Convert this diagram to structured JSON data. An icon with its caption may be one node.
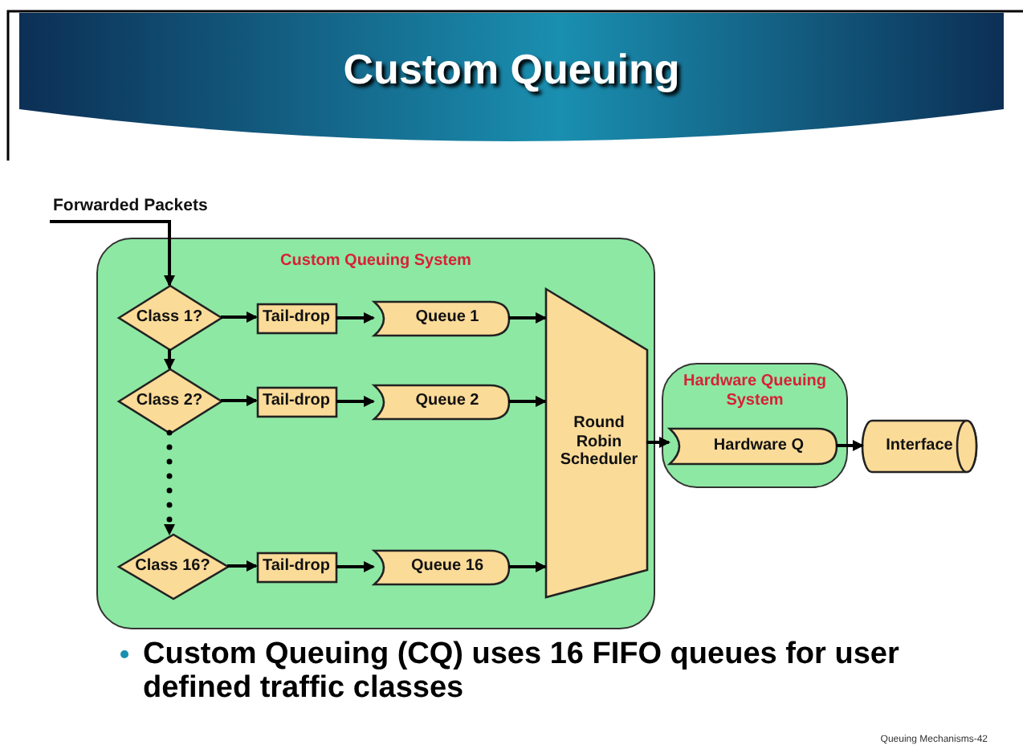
{
  "diagram": {
    "title": "Custom Queuing",
    "nodes": [
      {
        "text": [
          "Forwarded Packets"
        ]
      },
      {
        "text": [
          "Custom Queuing System"
        ]
      },
      {
        "text": [
          "Class 1?"
        ],
        "in": 1
      },
      {
        "text": [
          "Tail-drop"
        ],
        "in": 1
      },
      {
        "text": [
          "Queue 1"
        ],
        "in": 1
      },
      {
        "text": [
          "Class 2?"
        ],
        "in": 1
      },
      {
        "text": [
          "Tail-drop"
        ],
        "in": 1
      },
      {
        "text": [
          "Queue 2"
        ],
        "in": 1
      },
      {
        "text": [
          "Class 16?"
        ],
        "in": 1
      },
      {
        "text": [
          "Tail-drop"
        ],
        "in": 1
      },
      {
        "text": [
          "Queue 16"
        ],
        "in": 1
      },
      {
        "text": [
          "Round Robin Scheduler"
        ],
        "in": 1
      },
      {
        "text": [
          "Hardware Queuing System"
        ]
      },
      {
        "text": [
          "Hardware Q"
        ],
        "in": 12
      },
      {
        "text": [
          "Interface"
        ]
      }
    ],
    "edges": [
      {
        "from": 0,
        "to": 2,
        "arrow": "to"
      },
      {
        "from": 2,
        "to": 3,
        "arrow": "to"
      },
      {
        "from": 3,
        "to": 4,
        "arrow": "to"
      },
      {
        "from": 4,
        "to": 11,
        "arrow": "to"
      },
      {
        "from": 2,
        "to": 5,
        "arrow": "to"
      },
      {
        "from": 5,
        "to": 6,
        "arrow": "to"
      },
      {
        "from": 6,
        "to": 7,
        "arrow": "to"
      },
      {
        "from": 7,
        "to": 11,
        "arrow": "to"
      },
      {
        "from": 5,
        "to": 8,
        "arrow": "to",
        "style": "dashed"
      },
      {
        "from": 8,
        "to": 9,
        "arrow": "to"
      },
      {
        "from": 9,
        "to": 10,
        "arrow": "to"
      },
      {
        "from": 10,
        "to": 11,
        "arrow": "to"
      },
      {
        "from": 11,
        "to": 13,
        "arrow": "to"
      },
      {
        "from": 13,
        "to": 14,
        "arrow": "to"
      }
    ],
    "labels": [
      "Custom Queuing (CQ) uses 16 FIFO queues for user defined traffic classes",
      "Queuing Mechanisms-42"
    ]
  }
}
